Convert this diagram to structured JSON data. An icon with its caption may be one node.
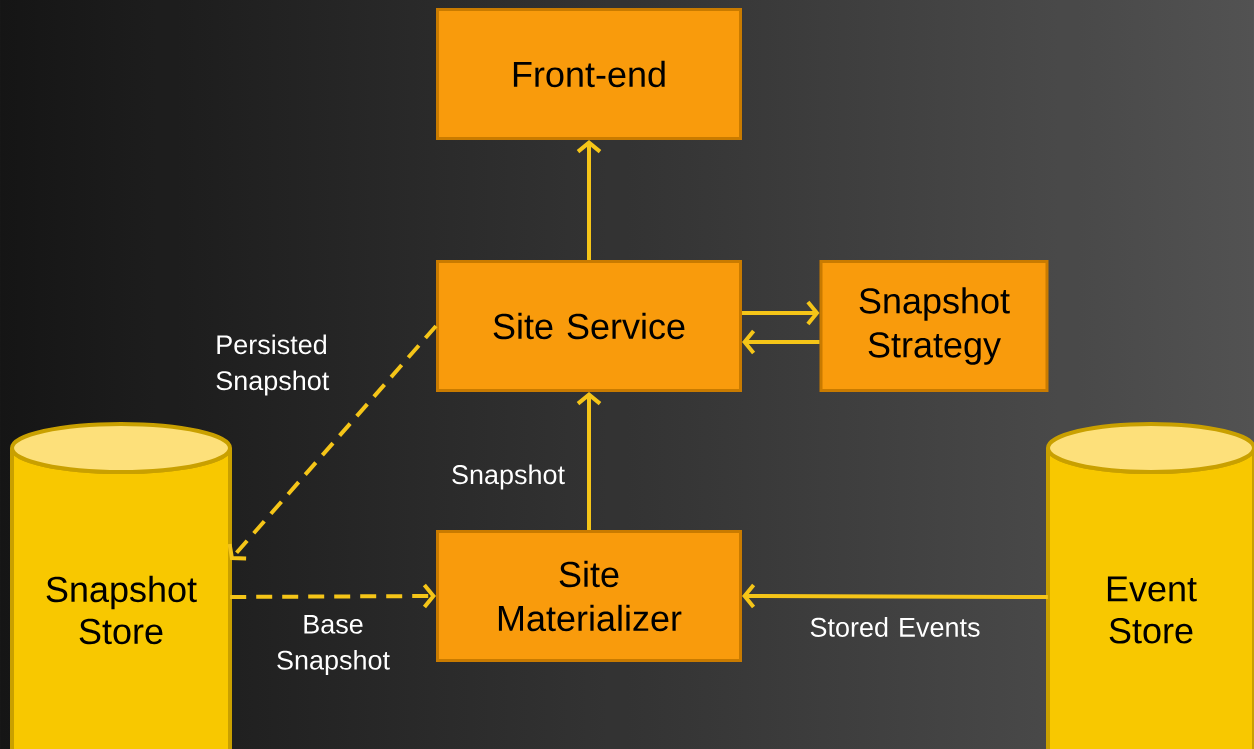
{
  "diagram": {
    "nodes": [
      {
        "text": [
          "Front-end"
        ]
      },
      {
        "text": [
          "Site Service"
        ]
      },
      {
        "text": [
          "Snapshot Strategy"
        ]
      },
      {
        "text": [
          "Snapshot Store"
        ]
      },
      {
        "text": [
          "Site Materializer"
        ]
      },
      {
        "text": [
          "Event Store"
        ]
      }
    ],
    "edges": [
      {
        "from": 1,
        "to": 0,
        "arrow": "to"
      },
      {
        "from": 1,
        "to": 2,
        "arrow": "to"
      },
      {
        "from": 2,
        "to": 1,
        "arrow": "to"
      },
      {
        "from": 1,
        "to": 3,
        "arrow": "to",
        "style": "dashed",
        "label": "Persisted Snapshot"
      },
      {
        "from": 4,
        "to": 1,
        "arrow": "to",
        "label": "Snapshot"
      },
      {
        "from": 3,
        "to": 4,
        "arrow": "to",
        "style": "dashed",
        "label": "Base Snapshot"
      },
      {
        "from": 5,
        "to": 4,
        "arrow": "to",
        "label": "Stored Events"
      }
    ]
  }
}
